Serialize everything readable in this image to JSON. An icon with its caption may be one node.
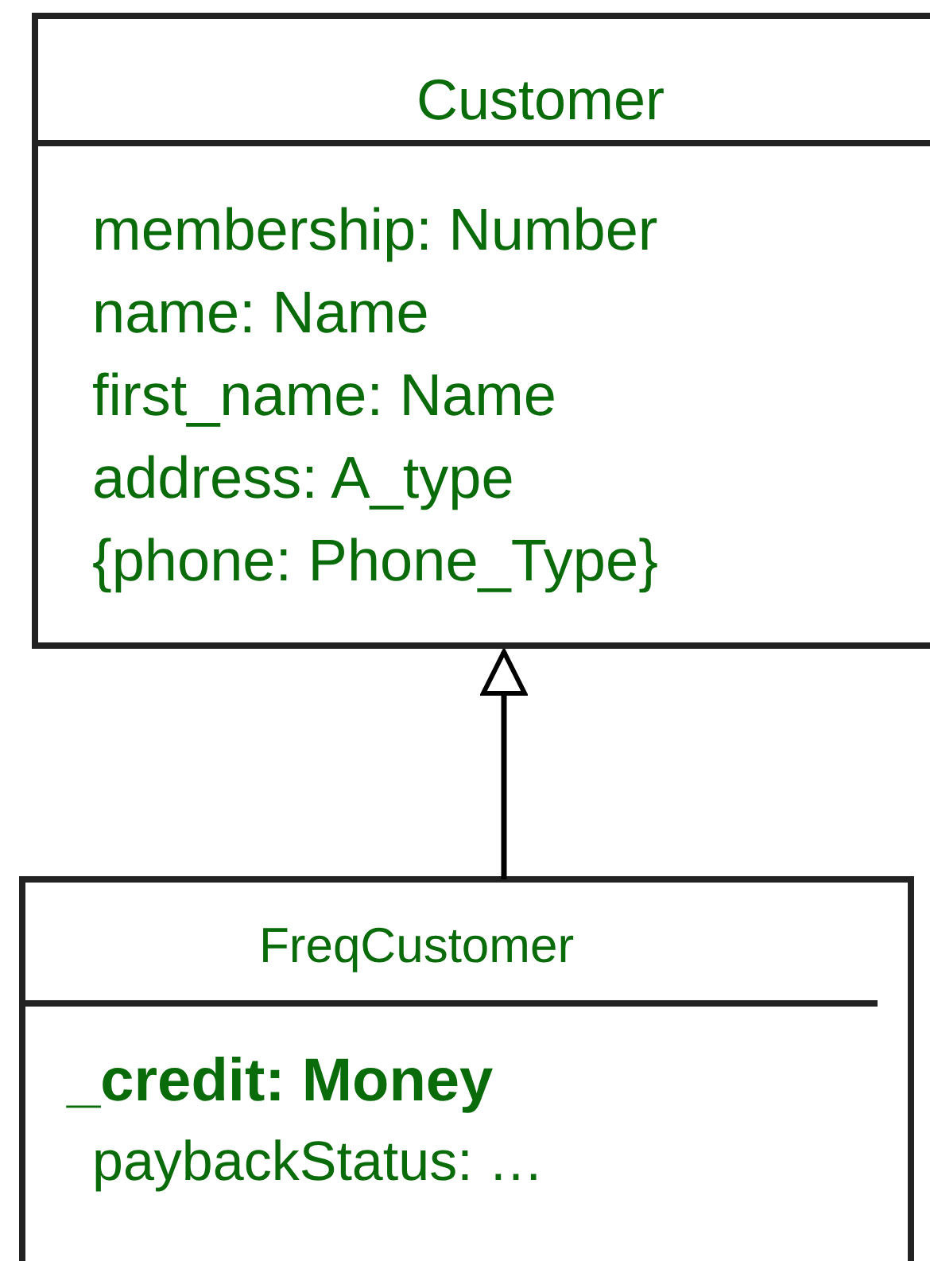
{
  "diagram": {
    "nodes": [
      {
        "text": [
          "Customer",
          "membership: Number",
          "name: Name",
          "first_name: Name",
          "address: A_type",
          "{phone: Phone_Type}"
        ]
      },
      {
        "text": [
          "FreqCustomer",
          "_credit: Money",
          "paybackStatus: …"
        ]
      }
    ],
    "edges": [
      {
        "from": 1,
        "to": 0,
        "arrow": "to"
      }
    ]
  }
}
